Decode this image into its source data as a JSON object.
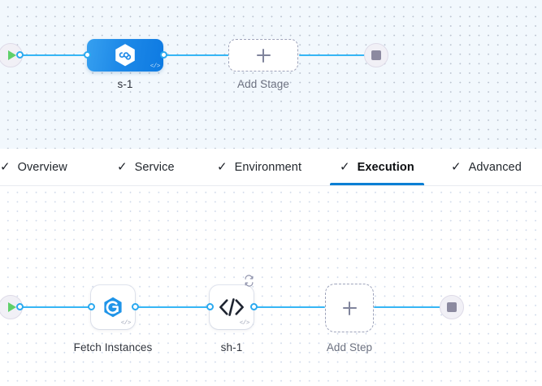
{
  "colors": {
    "edge": "#36b6f5",
    "accent_blue": "#0b7fd4",
    "stage_gradient_from": "#36a0f0",
    "stage_gradient_to": "#0d7ae2",
    "start_green": "#5fd06a",
    "stop_gray": "#8c8aa0",
    "dashed_border": "#9ea3bb",
    "stage_canvas_bg": "#f2f8fd",
    "step_canvas_bg": "#ffffff"
  },
  "stage_canvas": {
    "name": "pipeline-stage-canvas",
    "start_node": {
      "icon": "play-icon",
      "label": ""
    },
    "end_node": {
      "icon": "stop-icon",
      "label": ""
    },
    "nodes": [
      {
        "id": "stage-1",
        "label": "s-1",
        "type": "deployment-stage",
        "icon": "harness-hexagon-icon",
        "badge": "code-icon",
        "badge_text": "</>",
        "selected": true
      }
    ],
    "add_placeholder": {
      "label": "Add Stage",
      "icon": "plus-icon"
    }
  },
  "tabbar": {
    "name": "stage-config-tabs",
    "tabs": [
      {
        "id": "overview",
        "label": "Overview",
        "check": "✓",
        "active": false
      },
      {
        "id": "service",
        "label": "Service",
        "check": "✓",
        "active": false
      },
      {
        "id": "environment",
        "label": "Environment",
        "check": "✓",
        "active": false
      },
      {
        "id": "execution",
        "label": "Execution",
        "check": "✓",
        "active": true
      },
      {
        "id": "advanced",
        "label": "Advanced",
        "check": "✓",
        "active": false
      }
    ]
  },
  "step_canvas": {
    "name": "execution-steps-canvas",
    "start_node": {
      "icon": "play-icon",
      "label": ""
    },
    "end_node": {
      "icon": "stop-icon",
      "label": ""
    },
    "nodes": [
      {
        "id": "fetch-instances",
        "label": "Fetch Instances",
        "icon": "hexagon-swirl-icon",
        "badge_text": "</>",
        "loop": false
      },
      {
        "id": "sh-1",
        "label": "sh-1",
        "icon": "code-brackets-icon",
        "glyph_text": "</>",
        "badge_text": "</>",
        "loop": true,
        "loop_icon": "repeat-loop-icon"
      }
    ],
    "add_placeholder": {
      "label": "Add Step",
      "icon": "plus-icon"
    }
  }
}
